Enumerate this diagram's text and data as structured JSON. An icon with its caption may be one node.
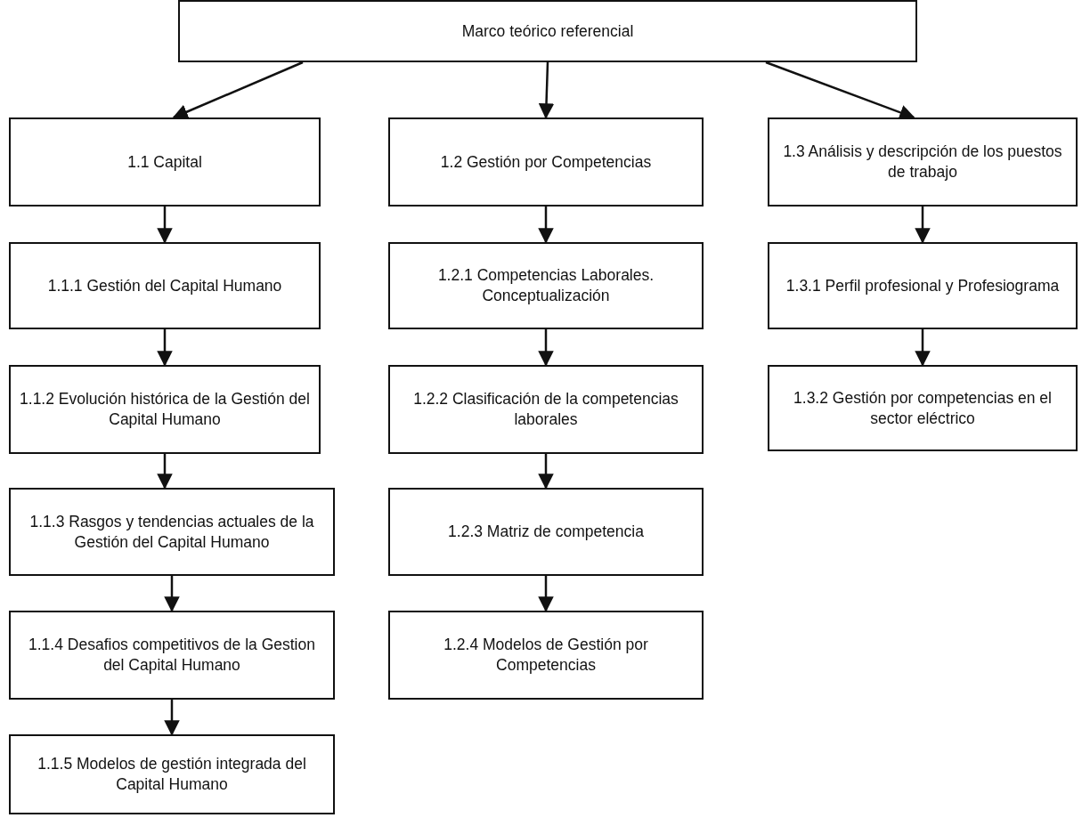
{
  "diagram": {
    "nodes": [
      {
        "text": [
          "Marco teórico referencial"
        ]
      },
      {
        "text": [
          "1.1 Capital"
        ]
      },
      {
        "text": [
          "1.2 Gestión por Competencias"
        ]
      },
      {
        "text": [
          "1.3 Análisis y descripción de los puestos de trabajo"
        ]
      },
      {
        "text": [
          "1.1.1 Gestión del Capital Humano"
        ]
      },
      {
        "text": [
          "1.2.1 Competencias Laborales. Conceptualización"
        ]
      },
      {
        "text": [
          "1.3.1 Perfil profesional y Profesiograma"
        ]
      },
      {
        "text": [
          "1.1.2 Evolución histórica de la Gestión del Capital Humano"
        ]
      },
      {
        "text": [
          "1.2.2 Clasificación de la competencias laborales"
        ]
      },
      {
        "text": [
          "1.3.2 Gestión por competencias en el sector eléctrico"
        ]
      },
      {
        "text": [
          "1.1.3 Rasgos y tendencias actuales de la Gestión del Capital Humano"
        ]
      },
      {
        "text": [
          "1.2.3 Matriz de competencia"
        ]
      },
      {
        "text": [
          "1.1.4 Desafios competitivos de la Gestion del Capital Humano"
        ]
      },
      {
        "text": [
          "1.2.4 Modelos de Gestión por Competencias"
        ]
      },
      {
        "text": [
          "1.1.5 Modelos de gestión integrada del Capital Humano"
        ]
      }
    ],
    "edges": [
      {
        "from": 0,
        "to": 1,
        "arrow": "to"
      },
      {
        "from": 0,
        "to": 2,
        "arrow": "to"
      },
      {
        "from": 0,
        "to": 3,
        "arrow": "to"
      },
      {
        "from": 1,
        "to": 4,
        "arrow": "to"
      },
      {
        "from": 4,
        "to": 7,
        "arrow": "to"
      },
      {
        "from": 7,
        "to": 10,
        "arrow": "to"
      },
      {
        "from": 10,
        "to": 12,
        "arrow": "to"
      },
      {
        "from": 12,
        "to": 14,
        "arrow": "to"
      },
      {
        "from": 2,
        "to": 5,
        "arrow": "to"
      },
      {
        "from": 5,
        "to": 8,
        "arrow": "to"
      },
      {
        "from": 8,
        "to": 11,
        "arrow": "to"
      },
      {
        "from": 11,
        "to": 13,
        "arrow": "to"
      },
      {
        "from": 3,
        "to": 6,
        "arrow": "to"
      },
      {
        "from": 6,
        "to": 9,
        "arrow": "to"
      }
    ]
  }
}
